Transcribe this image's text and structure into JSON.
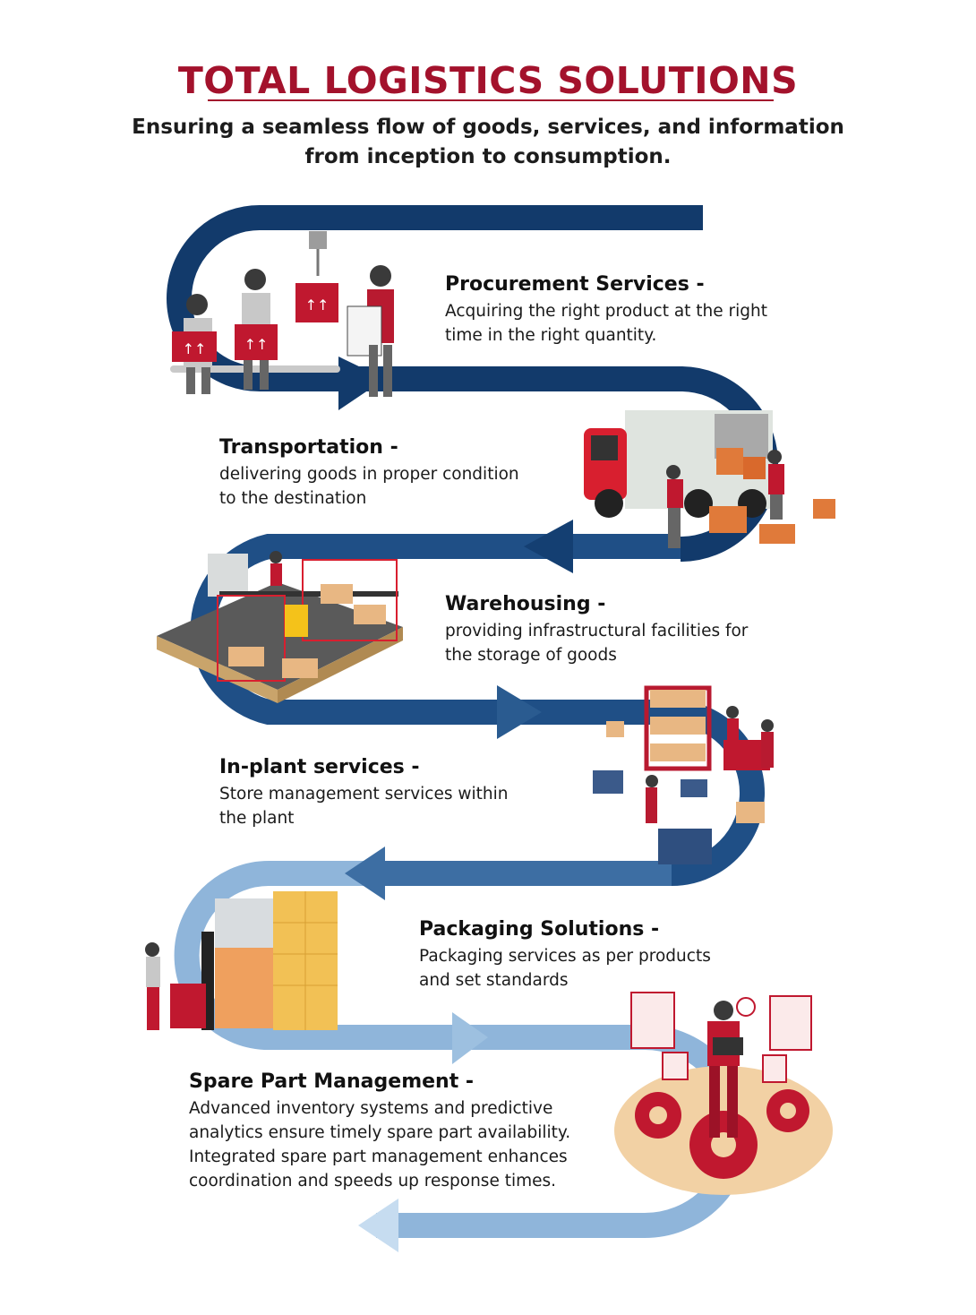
{
  "header": {
    "title": "TOTAL LOGISTICS SOLUTIONS",
    "subtitle_line1": "Ensuring a seamless flow of goods, services, and information",
    "subtitle_line2": "from inception to consumption."
  },
  "colors": {
    "brand_red": "#a3122c",
    "flow_dark": "#123a6b",
    "flow_mid": "#2e5f94",
    "flow_light": "#7aa6cf",
    "flow_pale": "#c6dcf0"
  },
  "steps": [
    {
      "title": "Procurement Services -",
      "desc_line1": "Acquiring the right product at the right",
      "desc_line2": "time in the right quantity.",
      "icon": "procurement-icon"
    },
    {
      "title": "Transportation -",
      "desc_line1": "delivering goods in proper condition",
      "desc_line2": "to the destination",
      "icon": "truck-icon"
    },
    {
      "title": "Warehousing -",
      "desc_line1": "providing infrastructural facilities for",
      "desc_line2": "the storage of goods",
      "icon": "warehouse-icon"
    },
    {
      "title": "In-plant services -",
      "desc_line1": "Store management services within",
      "desc_line2": "the plant",
      "icon": "inplant-icon"
    },
    {
      "title": "Packaging Solutions -",
      "desc_line1": "Packaging services as per products",
      "desc_line2": "and set standards",
      "icon": "packaging-icon"
    },
    {
      "title": "Spare Part Management -",
      "desc_line1": "Advanced inventory systems and predictive",
      "desc_line2": "analytics ensure timely spare part availability.",
      "desc_line3": "Integrated spare part management enhances",
      "desc_line4": "coordination and speeds up response times.",
      "icon": "spare-parts-icon"
    }
  ]
}
